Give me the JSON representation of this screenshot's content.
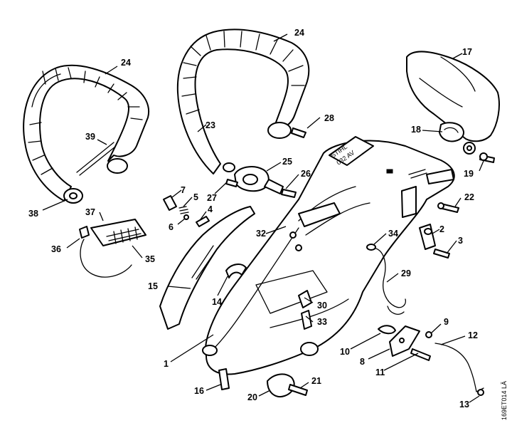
{
  "diagram": {
    "brand": "STIHL",
    "model": "032 AV",
    "drawing_code": "169ET014 LÄ"
  },
  "labels": {
    "p1": "1",
    "p2": "2",
    "p3": "3",
    "p4": "4",
    "p5": "5",
    "p6": "6",
    "p7": "7",
    "p8": "8",
    "p9": "9",
    "p10": "10",
    "p11": "11",
    "p12": "12",
    "p13": "13",
    "p14": "14",
    "p15": "15",
    "p16": "16",
    "p17": "17",
    "p18": "18",
    "p19": "19",
    "p20": "20",
    "p21": "21",
    "p22": "22",
    "p23": "23",
    "p24a": "24",
    "p24b": "24",
    "p25": "25",
    "p26": "26",
    "p27": "27",
    "p28": "28",
    "p29": "29",
    "p30": "30",
    "p32": "32",
    "p33": "33",
    "p34": "34",
    "p35": "35",
    "p36": "36",
    "p37": "37",
    "p38": "38",
    "p39": "39"
  }
}
